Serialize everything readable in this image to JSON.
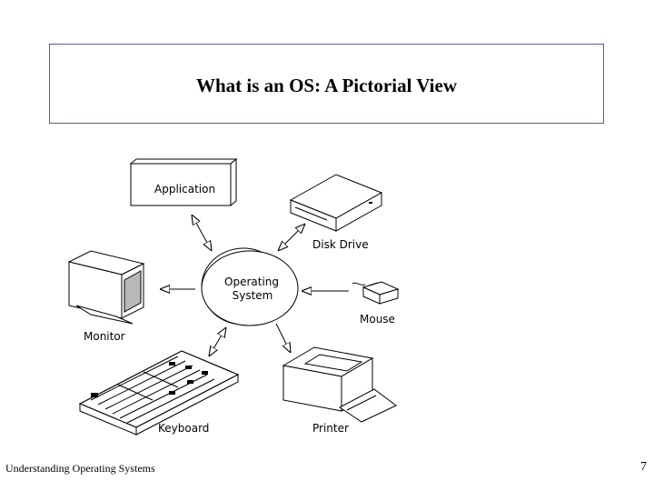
{
  "slide": {
    "title": "What is an OS: A Pictorial View",
    "footer": "Understanding Operating Systems",
    "page_number": "7"
  },
  "diagram": {
    "center": {
      "line1": "Operating",
      "line2": "System"
    },
    "components": {
      "application": "Application",
      "disk_drive": "Disk Drive",
      "mouse": "Mouse",
      "printer": "Printer",
      "keyboard": "Keyboard",
      "monitor": "Monitor"
    }
  }
}
